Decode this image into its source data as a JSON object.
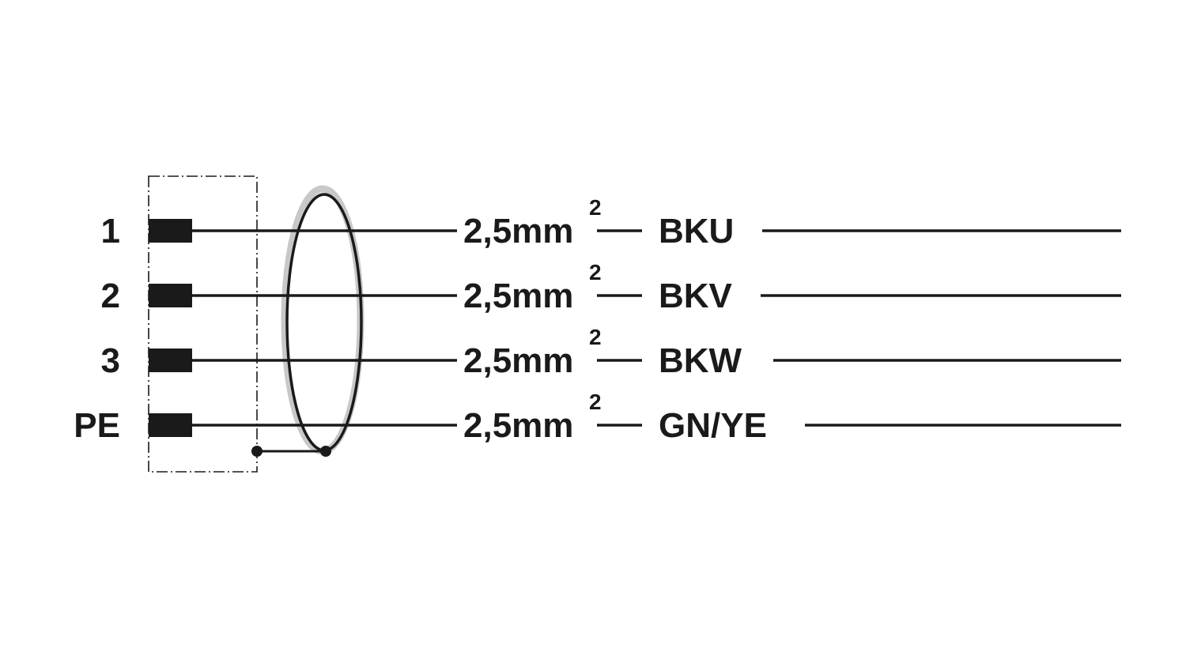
{
  "conductors": [
    {
      "pin": "1",
      "cross_section": "2,5mm",
      "exponent": "2",
      "color_code": "BKU"
    },
    {
      "pin": "2",
      "cross_section": "2,5mm",
      "exponent": "2",
      "color_code": "BKV"
    },
    {
      "pin": "3",
      "cross_section": "2,5mm",
      "exponent": "2",
      "color_code": "BKW"
    },
    {
      "pin": "PE",
      "cross_section": "2,5mm",
      "exponent": "2",
      "color_code": "GN/YE"
    }
  ],
  "colors": {
    "ink": "#1a1a1a",
    "background": "#ffffff"
  }
}
